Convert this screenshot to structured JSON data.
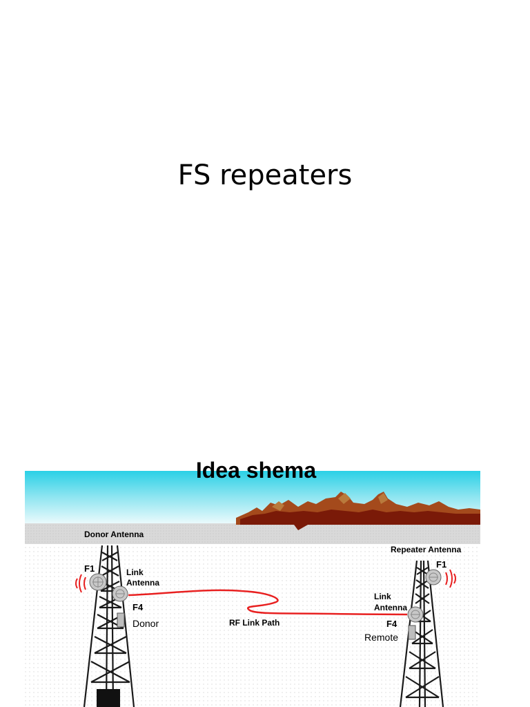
{
  "slide": {
    "title": "FS repeaters"
  },
  "diagram": {
    "title": "Idea shema",
    "labels": {
      "donor_antenna": "Donor Antenna",
      "repeater_antenna": "Repeater Antenna",
      "f1_left": "F1",
      "f1_right": "F1",
      "link_antenna_left_line1": "Link",
      "link_antenna_left_line2": "Antenna",
      "link_antenna_right_line1": "Link",
      "link_antenna_right_line2": "Antenna",
      "f4_left": "F4",
      "f4_right": "F4",
      "donor": "Donor",
      "remote": "Remote",
      "rf_link_path": "RF Link Path"
    },
    "colors": {
      "sky_top": "#2ad0e6",
      "sky_bottom": "#f4fcfd",
      "ground": "#dcdcdc",
      "mountain_dark": "#7a1a08",
      "mountain_mid": "#a44a1c",
      "mountain_light": "#b97a3c",
      "rf_link": "#e82020",
      "tower": "#1a1a1a",
      "signal": "#e82020"
    },
    "icons": [
      "radio-tower-icon",
      "dish-antenna-icon",
      "signal-wave-icon"
    ]
  }
}
